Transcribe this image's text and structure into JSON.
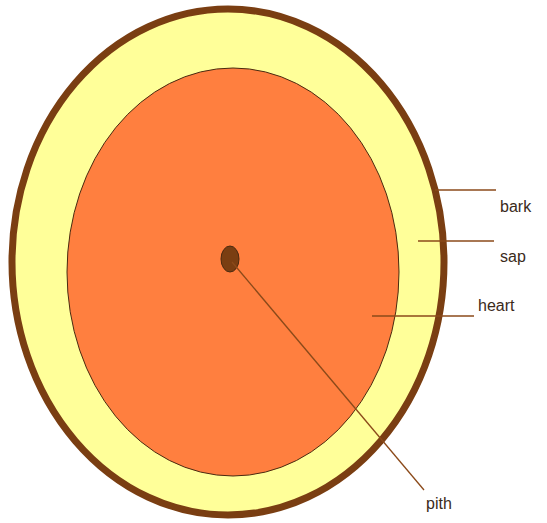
{
  "diagram": {
    "labels": [
      "bark",
      "sap",
      "heart",
      "pith"
    ]
  }
}
